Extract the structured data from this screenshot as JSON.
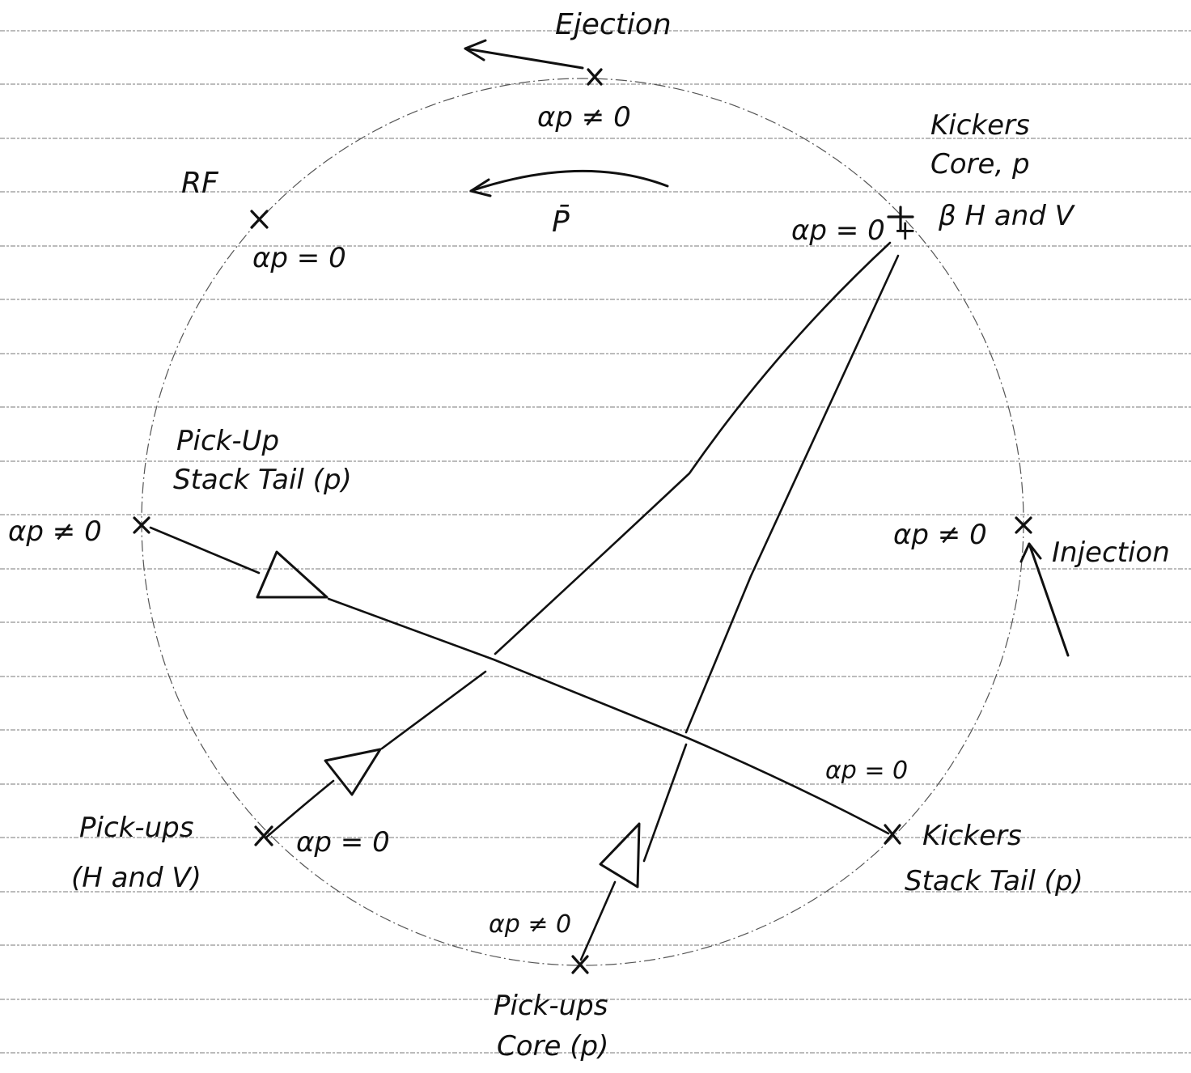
{
  "labels": {
    "ejection": "Ejection",
    "ejection_alpha": "αp ≠ 0",
    "kickers_core_line1": "Kickers",
    "kickers_core_line2": "Core, p",
    "kickers_core_line3": "β H and V",
    "kickers_core_alpha": "αp = 0 +",
    "rf": "RF",
    "rf_alpha": "αp = 0",
    "pbar": "P̄",
    "pickup_tail_line1": "Pick-Up",
    "pickup_tail_line2": "Stack Tail (p)",
    "pickup_tail_alpha": "αp ≠ 0",
    "injection": "Injection",
    "injection_alpha": "αp ≠ 0",
    "kickers_tail_alpha": "αp = 0",
    "kickers_tail_line1": "Kickers",
    "kickers_tail_line2": "Stack Tail (p)",
    "pickups_hv_line1": "Pick-ups",
    "pickups_hv_line2": "(H and V)",
    "pickups_hv_alpha": "αp = 0",
    "pickups_core_alpha": "αp ≠ 0",
    "pickups_core_line1": "Pick-ups",
    "pickups_core_line2": "Core (p)"
  }
}
